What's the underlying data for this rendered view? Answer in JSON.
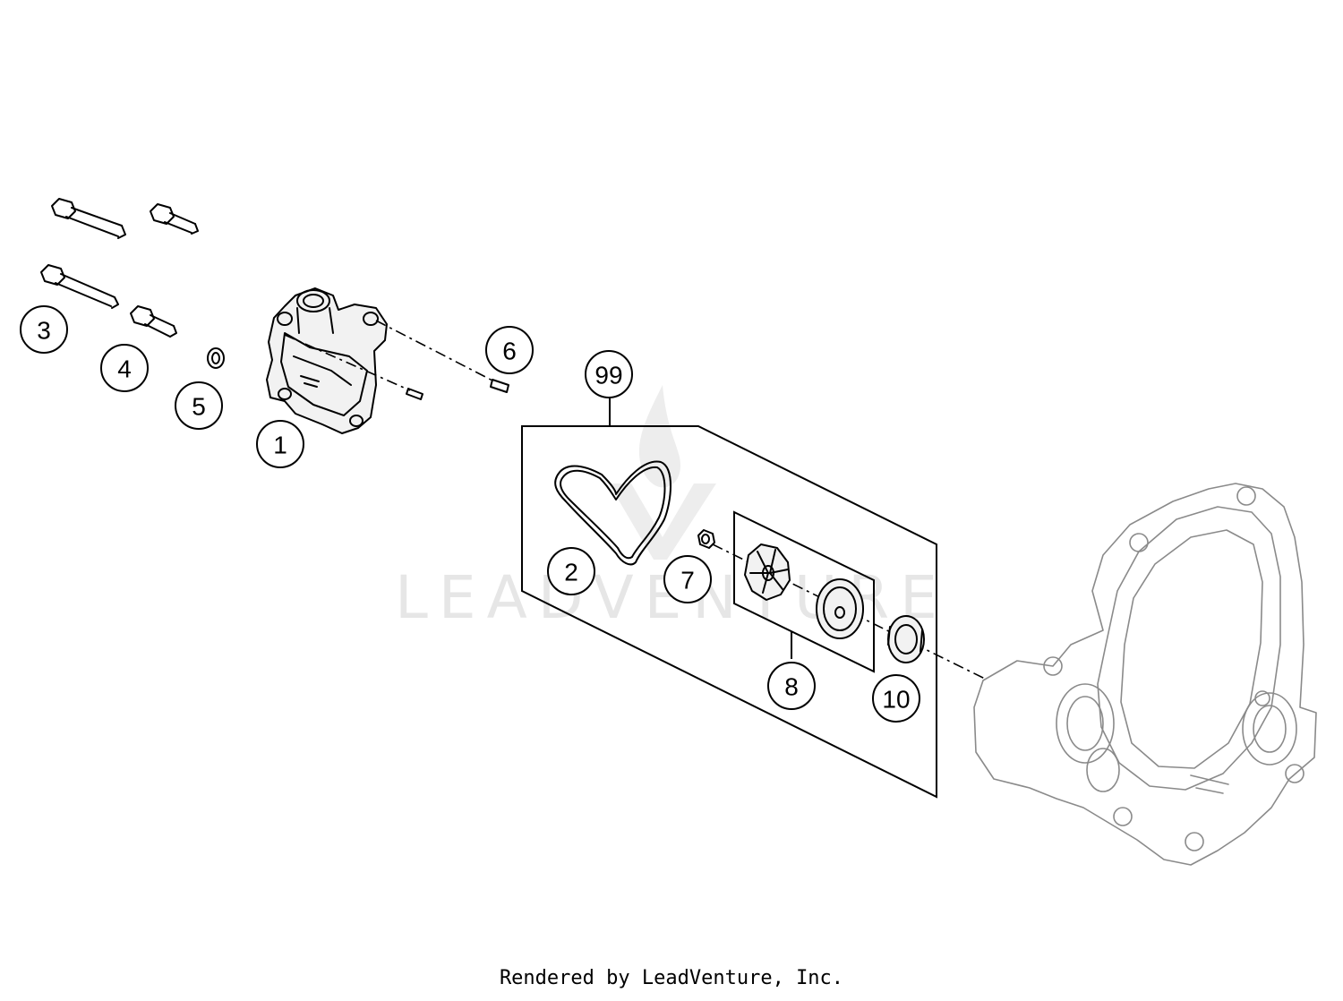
{
  "watermark": {
    "text": "LEADVENTURE"
  },
  "callouts": [
    {
      "id": "c1",
      "label": "1"
    },
    {
      "id": "c2",
      "label": "2"
    },
    {
      "id": "c3",
      "label": "3"
    },
    {
      "id": "c4",
      "label": "4"
    },
    {
      "id": "c5",
      "label": "5"
    },
    {
      "id": "c6",
      "label": "6"
    },
    {
      "id": "c7",
      "label": "7"
    },
    {
      "id": "c8",
      "label": "8"
    },
    {
      "id": "c10",
      "label": "10"
    },
    {
      "id": "c99",
      "label": "99"
    }
  ],
  "footer": {
    "text": "Rendered by LeadVenture, Inc."
  }
}
